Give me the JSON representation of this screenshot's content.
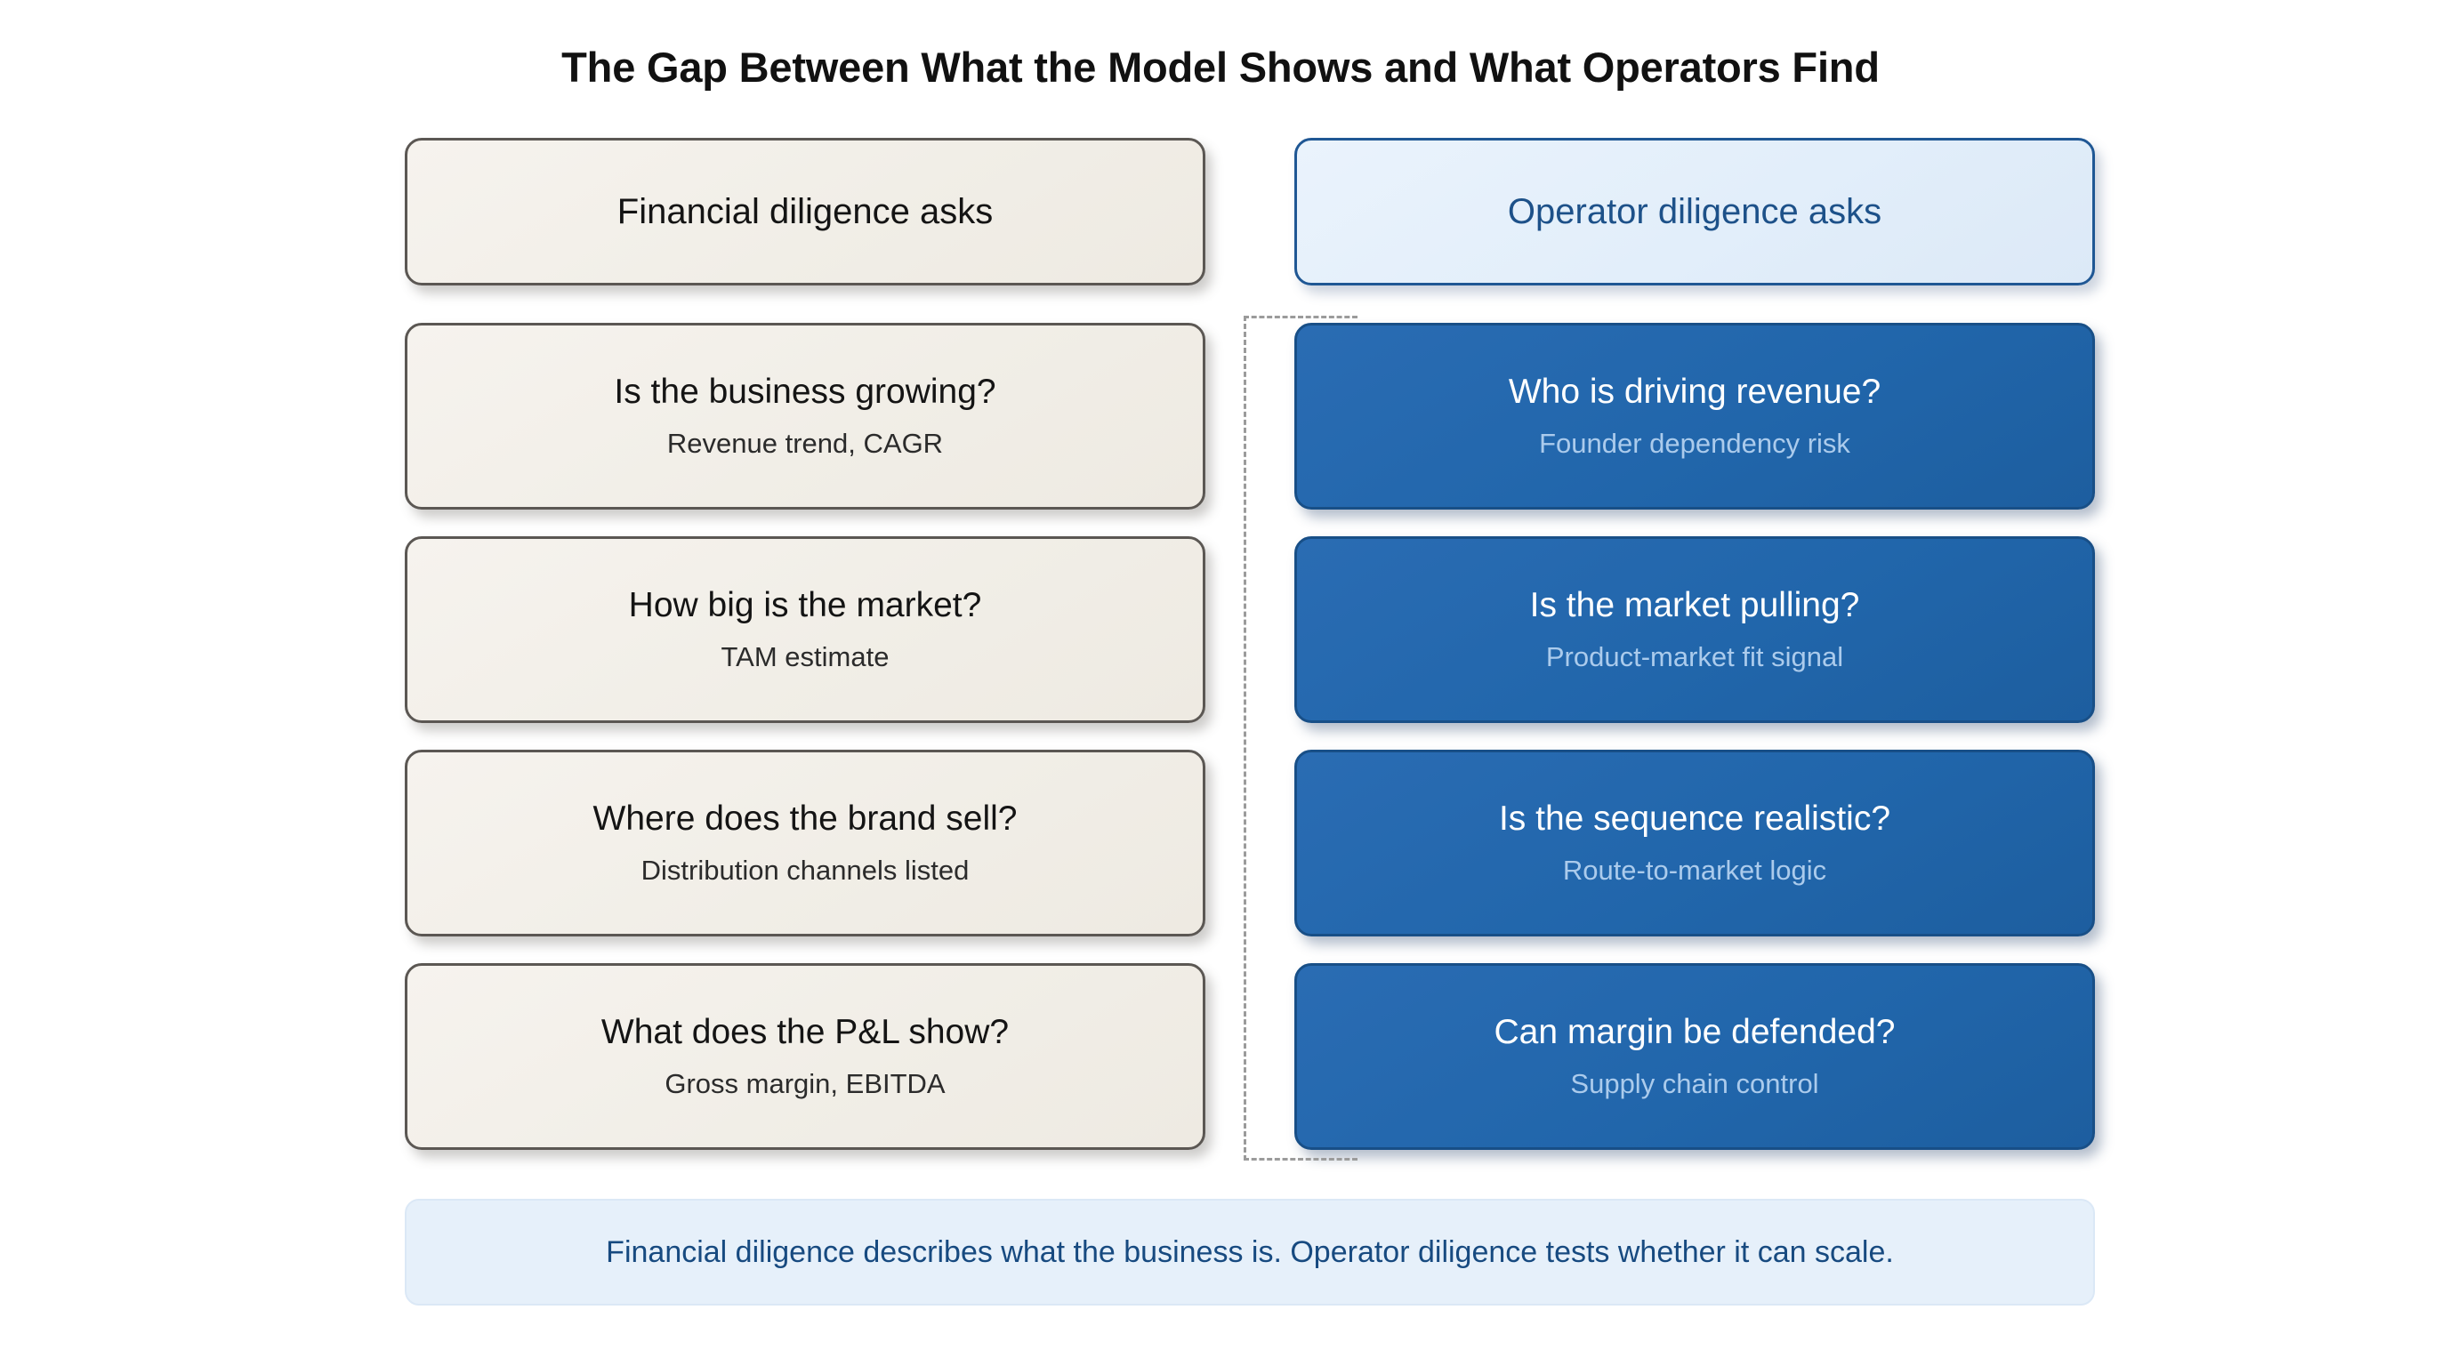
{
  "title": "The Gap Between What the Model Shows and What Operators Find",
  "columns": {
    "left": {
      "header": "Financial diligence asks",
      "rows": [
        {
          "title": "Is the business growing?",
          "sub": "Revenue trend, CAGR"
        },
        {
          "title": "How big is the market?",
          "sub": "TAM estimate"
        },
        {
          "title": "Where does the brand sell?",
          "sub": "Distribution channels listed"
        },
        {
          "title": "What does the P&L show?",
          "sub": "Gross margin, EBITDA"
        }
      ]
    },
    "right": {
      "header": "Operator diligence asks",
      "rows": [
        {
          "title": "Who is driving revenue?",
          "sub": "Founder dependency risk"
        },
        {
          "title": "Is the market pulling?",
          "sub": "Product-market fit signal"
        },
        {
          "title": "Is the sequence realistic?",
          "sub": "Route-to-market logic"
        },
        {
          "title": "Can margin be defended?",
          "sub": "Supply chain control"
        }
      ]
    }
  },
  "footer": {
    "text": "Financial diligence describes what the business is. Operator diligence tests whether it can scale."
  },
  "colors": {
    "cream_fill": "#f1eee7",
    "cream_border": "#5b5753",
    "blue_fill": "#2166ab",
    "blue_border": "#184f87",
    "lightblue_fill": "#e2eefa",
    "lightblue_border": "#1f5794",
    "blue_text": "#1d5189",
    "blue_subtext": "#abcbec",
    "footer_fill": "#e6f0fa",
    "footer_text": "#174a80",
    "divider": "#9b9b9b",
    "title_text": "#111111"
  }
}
